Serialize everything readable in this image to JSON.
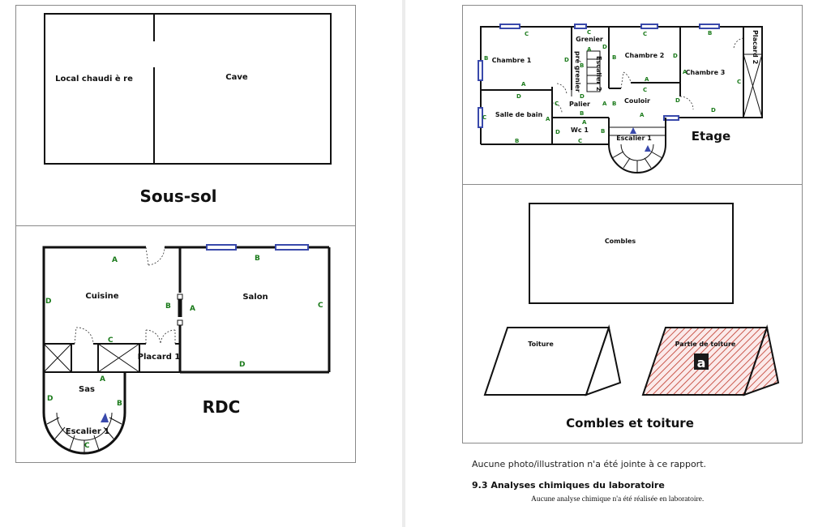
{
  "plans": {
    "sous_sol": {
      "title": "Sous-sol",
      "rooms": {
        "local": "Local chaudi è re",
        "cave": "Cave"
      }
    },
    "rdc": {
      "title": "RDC",
      "rooms": {
        "cuisine": "Cuisine",
        "salon": "Salon",
        "placard1": "Placard 1",
        "sas": "Sas",
        "escalier1": "Escalier 1"
      }
    },
    "etage": {
      "title": "Etage",
      "rooms": {
        "chambre1": "Chambre 1",
        "grenier": "Grenier",
        "pre_grenier": "pré grenier",
        "escalier2": "Escalier 2",
        "chambre2": "Chambre 2",
        "chambre3": "Chambre 3",
        "placard2": "Placard 2",
        "salle_de_bain": "Salle de bain",
        "palier": "Palier",
        "couloir": "Couloir",
        "wc1": "Wc 1",
        "escalier1": "Escalier 1"
      }
    },
    "combles": {
      "title": "Combles et toiture",
      "rooms": {
        "combles": "Combles",
        "toiture": "Toiture",
        "partie_toiture": "Partie de toiture",
        "marker": "a"
      }
    }
  },
  "walls": {
    "a": "A",
    "b": "B",
    "c": "C",
    "d": "D"
  },
  "text": {
    "photo_note": "Aucune photo/illustration n'a été jointe à ce rapport.",
    "section_heading": "9.3 Analyses chimiques du laboratoire",
    "lab_note": "Aucune analyse chimique n'a été réalisée en laboratoire."
  },
  "colors": {
    "wall_label": "#1a7a1a",
    "window": "#3949ab",
    "roof_hatch": "#c0392b",
    "frame": "#8a8a8a"
  }
}
